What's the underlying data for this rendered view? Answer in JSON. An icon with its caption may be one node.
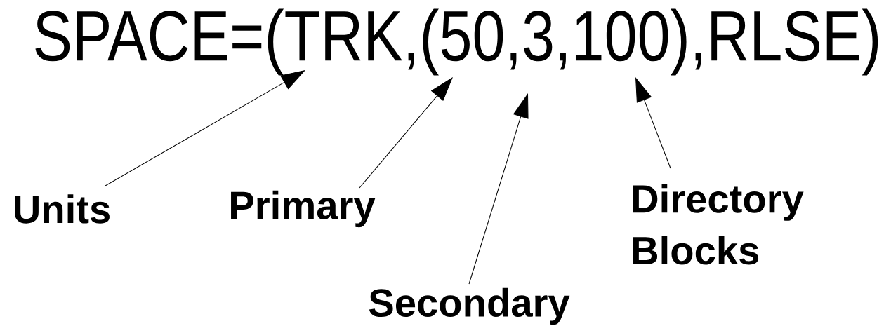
{
  "diagram": {
    "nodes": [
      {
        "text": [
          "SPACE=(TRK,(50,3,100),RLSE)"
        ]
      },
      {
        "text": [
          "Units"
        ]
      },
      {
        "text": [
          "Primary"
        ]
      },
      {
        "text": [
          "Secondary"
        ]
      },
      {
        "text": [
          "Directory Blocks"
        ]
      }
    ],
    "edges": [
      {
        "from": 1,
        "to": 0,
        "arrow": "to"
      },
      {
        "from": 2,
        "to": 0,
        "arrow": "to"
      },
      {
        "from": 3,
        "to": 0,
        "arrow": "to"
      },
      {
        "from": 4,
        "to": 0,
        "arrow": "to"
      }
    ]
  }
}
